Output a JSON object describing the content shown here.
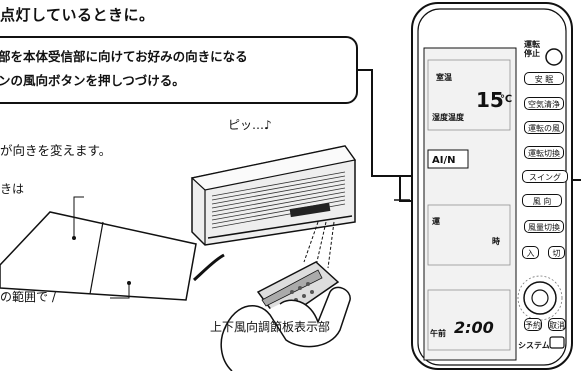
{
  "heading": "点灯しているときに。",
  "callout": {
    "line1": "部を本体受信部に向けてお好みの向きになる",
    "line2": "ンの風向ボタンを押しつづける。"
  },
  "beep": "ピッ…♪",
  "result": "が向きを変えます。",
  "notes": {
    "left_top": "きは",
    "left_bottom": "の範囲で /",
    "bottom": "上下風向調節板表示部"
  },
  "remote": {
    "top_label": "運転\n停止",
    "room_label": "室温",
    "temp_value": "15",
    "temp_unit": "℃",
    "humidity_label": "湿度温度",
    "mode_label": "AI/N",
    "time_label_1": "運",
    "time_label_2": "時",
    "time_value": "2:00",
    "am_label": "午前",
    "buttons": [
      "安 眠",
      "空気清浄",
      "運転の風",
      "運転切換",
      "スイング",
      "風 向",
      "風量切換"
    ],
    "enter": "入",
    "cut": "切",
    "bottom_left": "予約",
    "bottom_right": "取消",
    "system": "システム"
  }
}
